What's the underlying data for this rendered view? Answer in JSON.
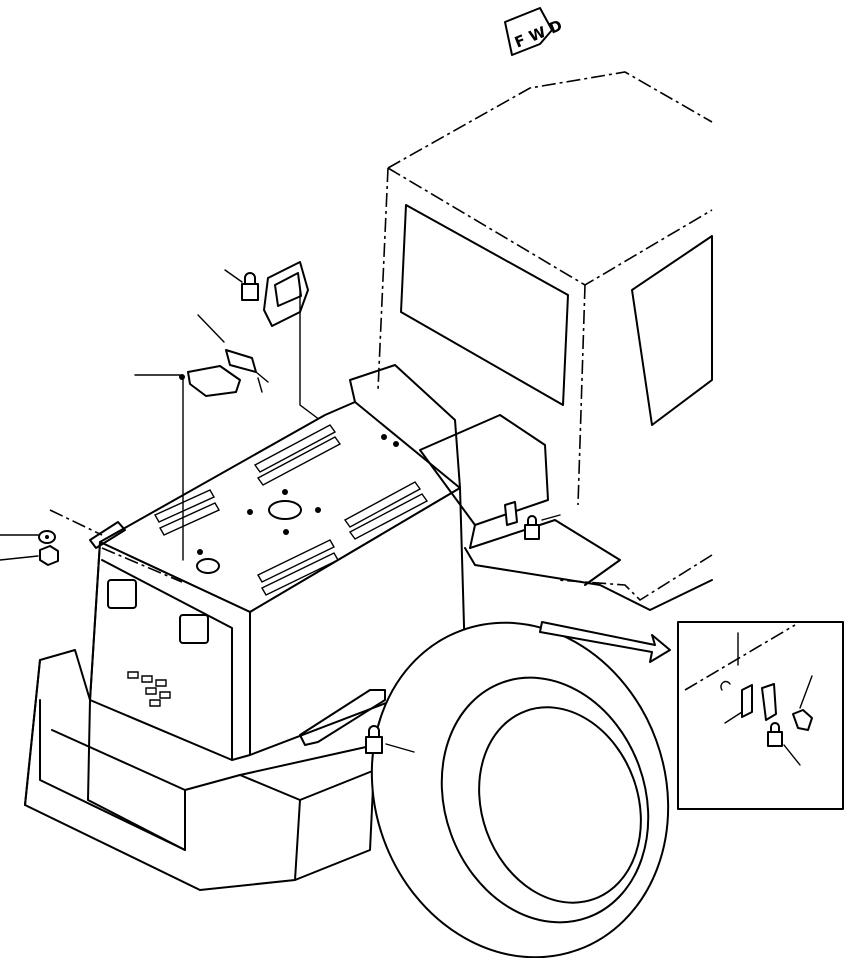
{
  "diagram": {
    "direction_marker": {
      "label": "F W D",
      "icon": "forward-arrow-icon"
    },
    "callouts": [
      "padlock-cab-door",
      "padlock-with-keys",
      "hood-latch-plate",
      "washer",
      "nut",
      "padlock-side-box",
      "padlock-fender-box",
      "detail-bracket",
      "detail-pin",
      "detail-padlock"
    ]
  }
}
